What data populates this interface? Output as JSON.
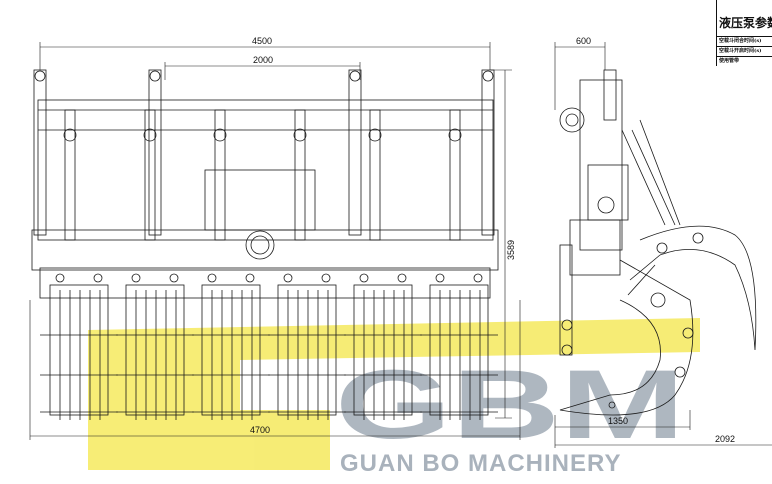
{
  "dimensions": {
    "front_width_top": "4500",
    "front_inner": "2000",
    "front_height": "3589",
    "front_width_bottom": "4700",
    "side_top": "600",
    "side_bottom_inner": "1350",
    "side_bottom_total": "2092"
  },
  "spec_table": {
    "title": "液压泵参数",
    "rows": [
      "空载斗闭合时间(s)",
      "空载斗开启时间(s)",
      "使用管带"
    ]
  },
  "watermark": {
    "logo": "GBM",
    "text": "GUAN BO MACHINERY",
    "colors": {
      "yellow": "#f3e53c",
      "grey": "#8d99a6"
    }
  },
  "line_color": "#1a1a1a"
}
